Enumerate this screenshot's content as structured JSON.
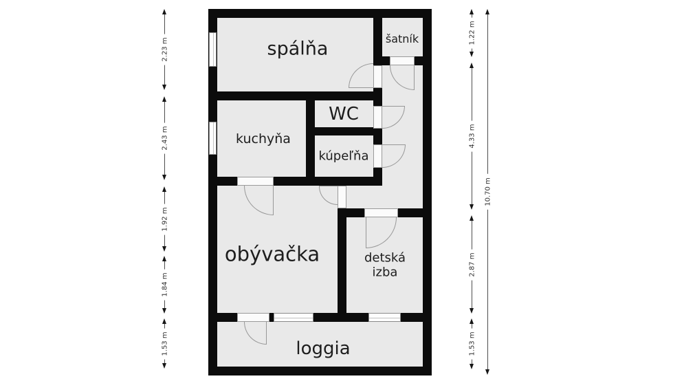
{
  "document": {
    "type": "apartment floor plan"
  },
  "rooms": {
    "spalna": {
      "label": "spálňa"
    },
    "satnik": {
      "label": "šatník"
    },
    "wc": {
      "label": "WC"
    },
    "kuchyna": {
      "label": "kuchyňa"
    },
    "kupelna": {
      "label": "kúpeľňa"
    },
    "obyvacka": {
      "label": "obývačka"
    },
    "detska_izba": {
      "label": "detská izba"
    },
    "loggia": {
      "label": "loggia"
    }
  },
  "dims": {
    "left": [
      {
        "label": "2.23 m"
      },
      {
        "label": "2.43 m"
      },
      {
        "label": "1.92 m"
      },
      {
        "label": "1.84 m"
      },
      {
        "label": "1.53 m"
      }
    ],
    "right": [
      {
        "label": "1.22 m"
      },
      {
        "label": "4.33 m"
      },
      {
        "label": "2.87 m"
      },
      {
        "label": "1.53 m"
      }
    ],
    "right_total": {
      "label": "10.70 m"
    }
  },
  "colors": {
    "wall": "#0c0c0c",
    "room_fill": "#e9e9e9",
    "door_arc": "#979797",
    "background": "#ffffff"
  }
}
